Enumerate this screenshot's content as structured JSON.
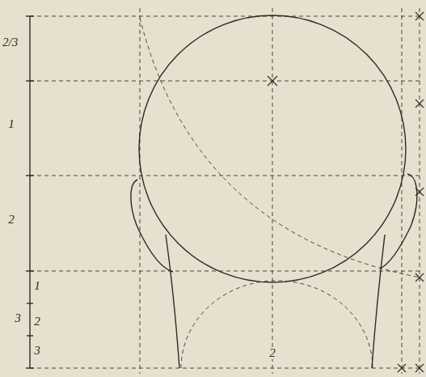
{
  "diagram": {
    "labels": [
      "2/3",
      "1",
      "2",
      "1",
      "3",
      "2",
      "3",
      "2"
    ]
  }
}
